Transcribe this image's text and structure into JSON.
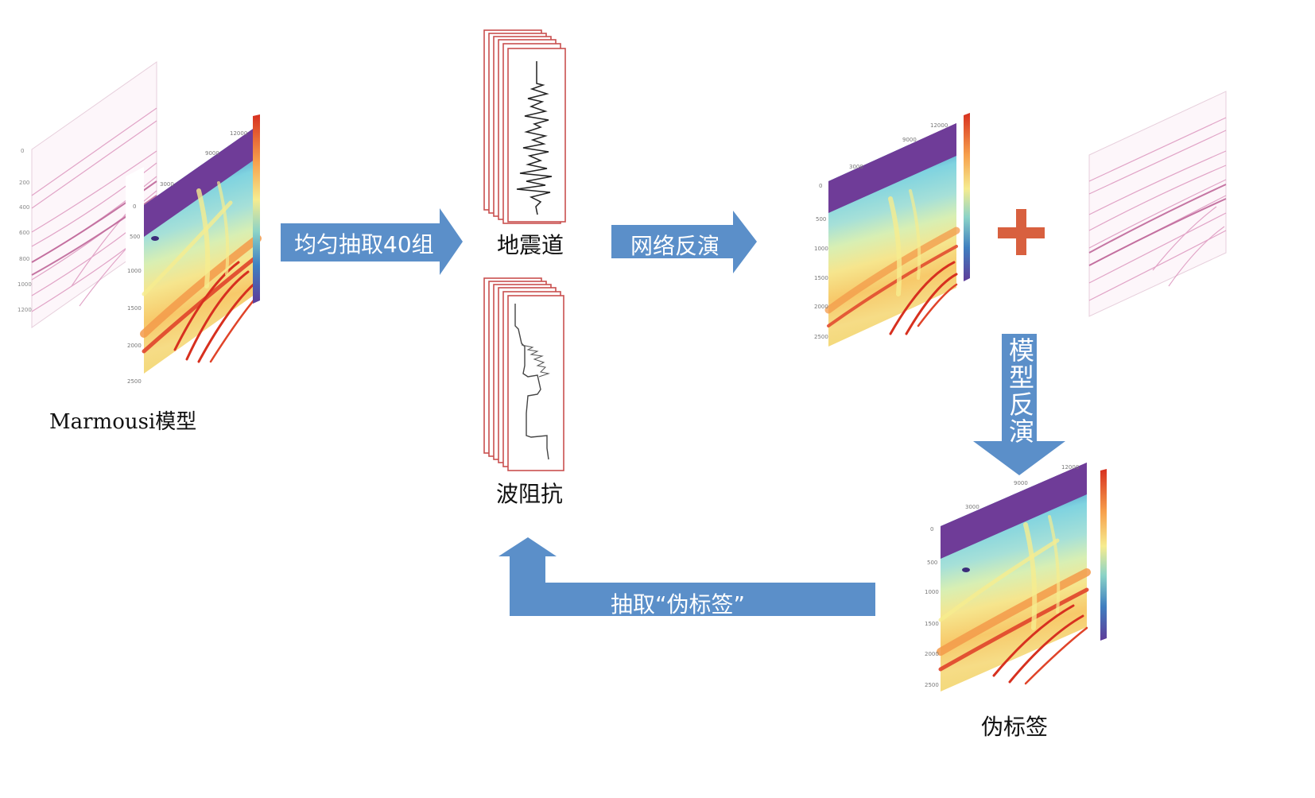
{
  "labels": {
    "marmousi_model": "Marmousi模型",
    "seismic_trace": "地震道",
    "impedance": "波阻抗",
    "pseudo_label": "伪标签"
  },
  "arrows": {
    "extract_40": "均匀抽取40组",
    "network_inversion": "网络反演",
    "model_inversion": "模型反演",
    "extract_pseudo": "抽取“伪标签”"
  },
  "symbols": {
    "plus": "+"
  },
  "colors": {
    "arrow_blue": "#5b8fc9",
    "plus_orange": "#d8603f",
    "trace_border": "#c9504f",
    "section_purple": "#7d3c98",
    "section_cyan": "#7fd3e0",
    "section_yellow": "#f2df80",
    "section_red": "#d7301f"
  },
  "icons": [
    "seismic-section-icon",
    "velocity-model-icon",
    "trace-stack-icon",
    "impedance-stack-icon",
    "plus-icon"
  ]
}
